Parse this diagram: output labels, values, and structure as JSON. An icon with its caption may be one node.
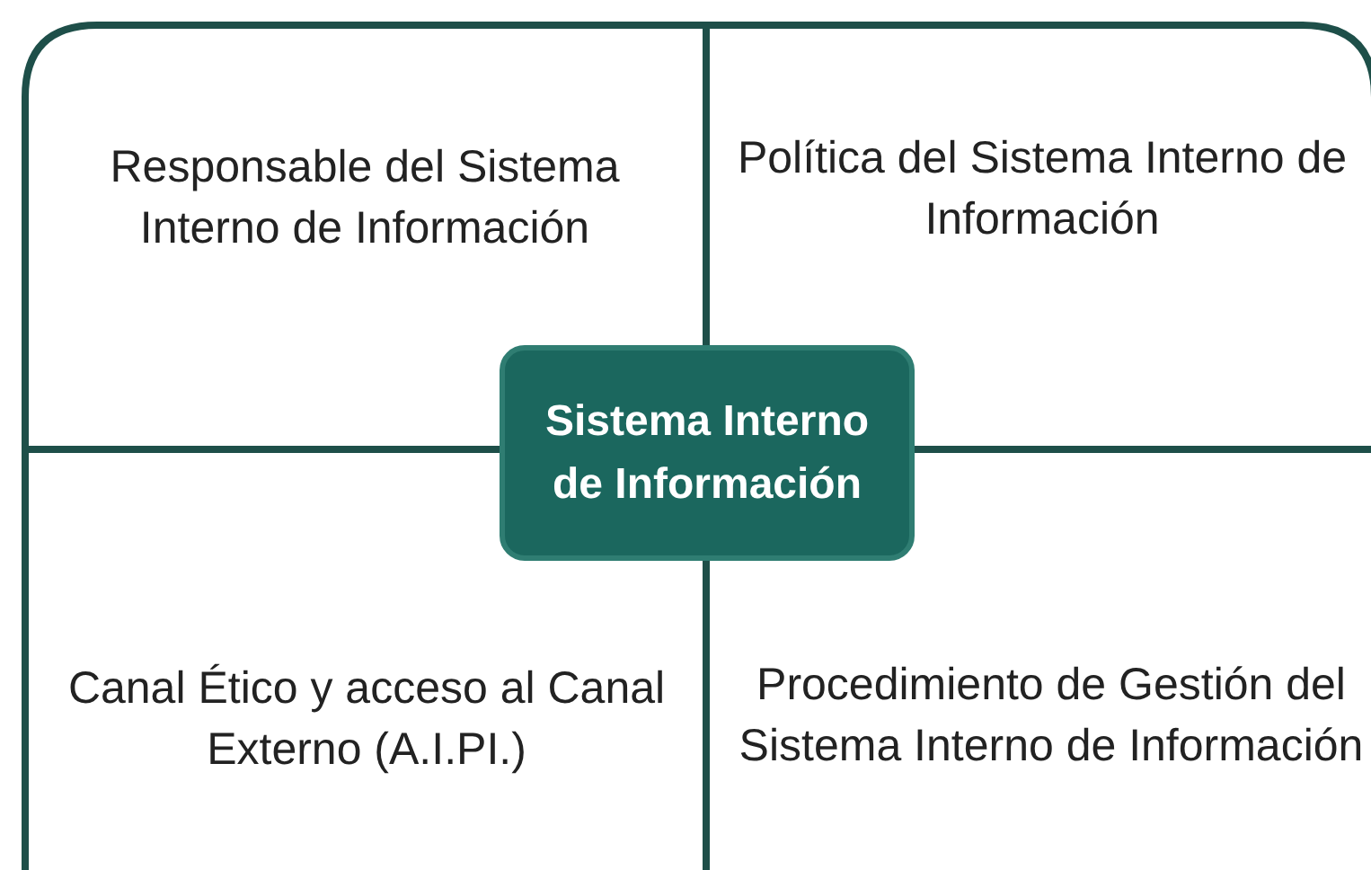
{
  "diagram": {
    "nodes": [
      {
        "text": [
          "Responsable del Sistema Interno de Información"
        ]
      },
      {
        "text": [
          "Política del Sistema Interno de Información"
        ]
      },
      {
        "text": [
          "Sistema Interno de Información"
        ]
      },
      {
        "text": [
          "Canal Ético y acceso al Canal Externo (A.I.PI.)"
        ]
      },
      {
        "text": [
          "Procedimiento de Gestión del Sistema Interno de Información"
        ]
      }
    ]
  }
}
